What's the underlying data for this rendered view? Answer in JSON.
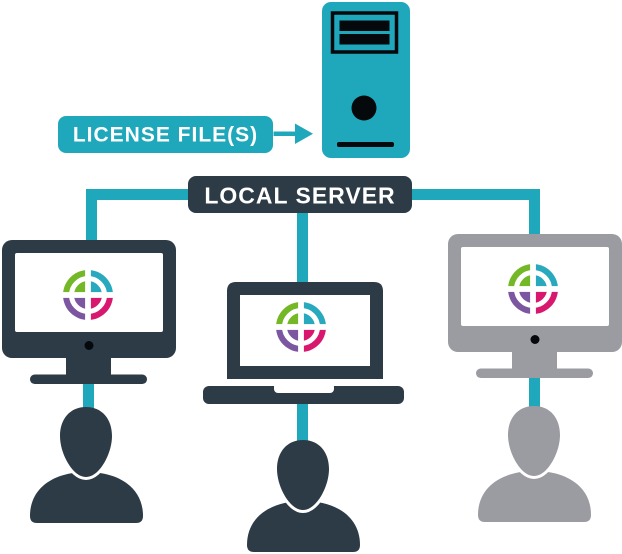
{
  "diagram": {
    "labels": {
      "license_file": "LICENSE FILE(S)",
      "local_server": "LOCAL SERVER"
    },
    "colors": {
      "teal": "#1FA8BC",
      "dark_slate": "#2D3B46",
      "gray": "#9B9BA2",
      "detail_black": "#06090C",
      "white": "#FFFFFF",
      "logo_green": "#74B727",
      "logo_cyan": "#29A9BE",
      "logo_magenta": "#D8186F",
      "logo_purple": "#7C56A1"
    },
    "nodes": {
      "server": {
        "icon": "server-tower-icon",
        "color_key": "teal"
      },
      "license_badge": {
        "label": "LICENSE FILE(S)",
        "arrow_icon": "arrow-right-icon",
        "color_key": "teal"
      },
      "local_server_badge": {
        "label": "LOCAL SERVER",
        "color_key": "dark_slate"
      },
      "workstations": [
        {
          "position": "left",
          "device_icon": "desktop-monitor-icon",
          "screen_logo_icon": "quadrant-target-logo-icon",
          "user_icon": "user-icon",
          "color_key": "dark_slate"
        },
        {
          "position": "center",
          "device_icon": "laptop-icon",
          "screen_logo_icon": "quadrant-target-logo-icon",
          "user_icon": "user-icon",
          "color_key": "dark_slate"
        },
        {
          "position": "right",
          "device_icon": "desktop-monitor-icon",
          "screen_logo_icon": "quadrant-target-logo-icon",
          "user_icon": "user-icon",
          "color_key": "gray"
        }
      ]
    }
  }
}
